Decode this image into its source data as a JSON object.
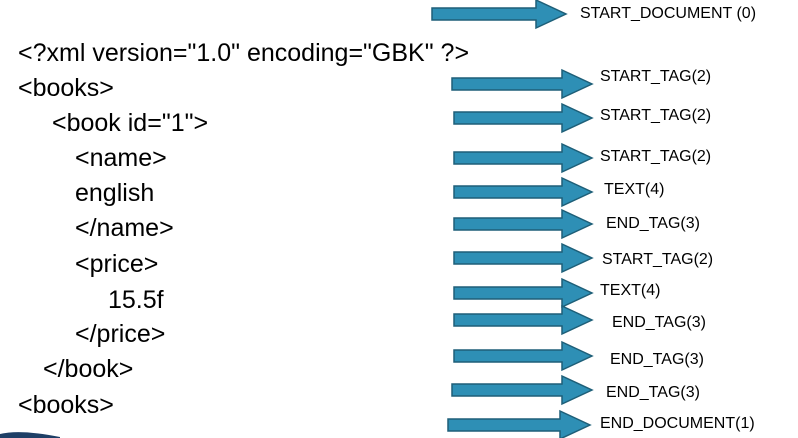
{
  "xml_lines": [
    "<?xml version=\"1.0\" encoding=\"GBK\" ?>",
    "<books>",
    "<book id=\"1\">",
    "<name>",
    "english",
    "</name>",
    "<price>",
    "15.5f",
    "</price>",
    "</book>",
    "<books>"
  ],
  "events": [
    "START_DOCUMENT (0)",
    "START_TAG(2)",
    "START_TAG(2)",
    "START_TAG(2)",
    "TEXT(4)",
    "END_TAG(3)",
    "START_TAG(2)",
    "TEXT(4)",
    "END_TAG(3)",
    "END_TAG(3)",
    "END_TAG(3)",
    "END_DOCUMENT(1)"
  ],
  "colors": {
    "arrow_fill": "#2e8fb5",
    "arrow_stroke": "#1e5f78",
    "text": "#000000",
    "corner_deco": "#1e3f66"
  },
  "icons": {
    "arrow": "right-arrow-icon"
  }
}
